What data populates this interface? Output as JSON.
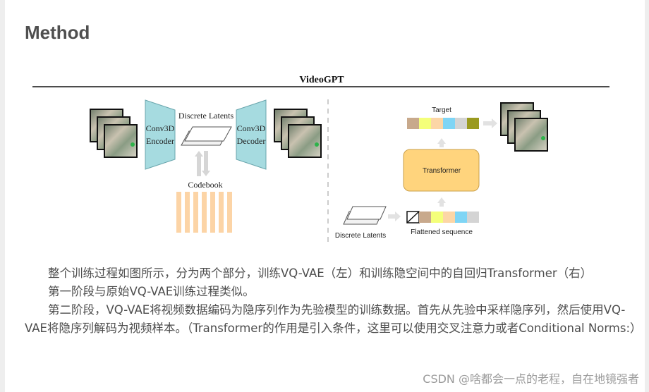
{
  "section": {
    "heading": "Method"
  },
  "figure": {
    "title": "VideoGPT",
    "encoder_line1": "Conv3D",
    "encoder_line2": "Encoder",
    "decoder_line1": "Conv3D",
    "decoder_line2": "Decoder",
    "discrete_latents_top": "Discrete Latents",
    "codebook": "Codebook",
    "target": "Target",
    "transformer": "Transformer",
    "discrete_latents_bottom": "Discrete Latents",
    "flattened_sequence": "Flattened sequence",
    "colors": {
      "encoder_fill": "#a6dbe0",
      "transformer_fill": "#ffd47d",
      "codebook_fill": "#fcd4a6",
      "token_colors": [
        "#c8a98c",
        "#f4ff7a",
        "#fcd6a6",
        "#7fd5f5",
        "#d4d4d4",
        "#9a9a1f"
      ]
    }
  },
  "paragraphs": [
    "整个训练过程如图所示，分为两个部分，训练VQ-VAE（左）和训练隐空间中的自回归Transformer（右）",
    "第一阶段与原始VQ-VAE训练过程类似。",
    "第二阶段，VQ-VAE将视频数据编码为隐序列作为先验模型的训练数据。首先从先验中采样隐序列，然后使用VQ-VAE将隐序列解码为视频样本。（Transformer的作用是引入条件，这里可以使用交叉注意力或者Conditional Norms:）"
  ],
  "watermark": "CSDN @啥都会一点的老程，自在地镜强者"
}
